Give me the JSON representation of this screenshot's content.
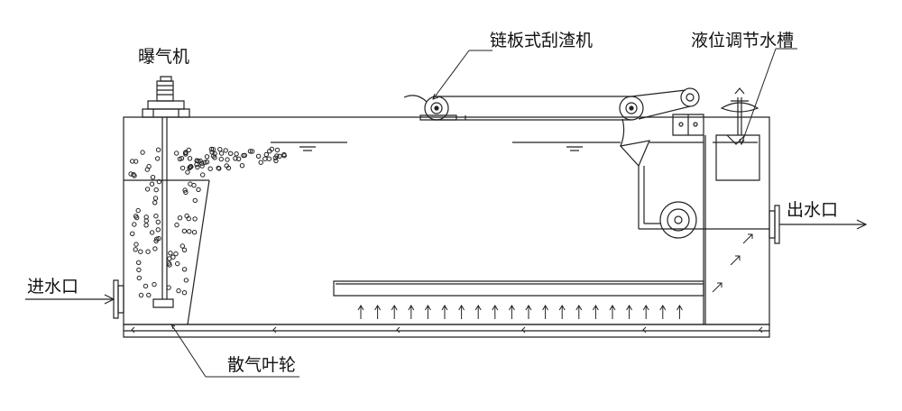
{
  "labels": {
    "aerator": "曝气机",
    "chain_skimmer": "链板式刮渣机",
    "level_tank": "液位调节水槽",
    "inlet": "进水口",
    "outlet": "出水口",
    "impeller": "散气叶轮"
  }
}
